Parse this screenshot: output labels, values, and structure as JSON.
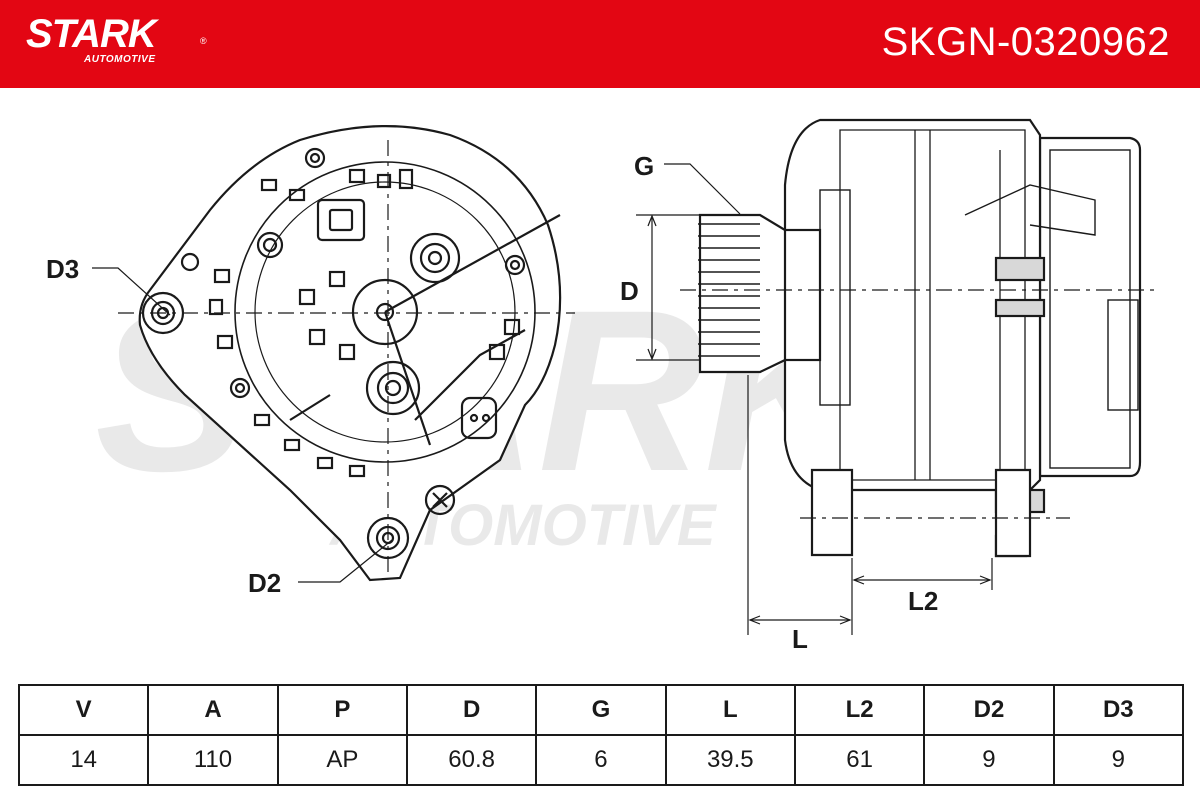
{
  "header": {
    "brand": "STARK",
    "brand_sub": "AUTOMOTIVE",
    "part_number": "SKGN-0320962",
    "color": "#e30613"
  },
  "watermark": {
    "brand": "STARK",
    "brand_sub": "AUTOMOTIVE"
  },
  "dimension_labels": {
    "G": "G",
    "D": "D",
    "D2": "D2",
    "D3": "D3",
    "L": "L",
    "L2": "L2"
  },
  "specs": {
    "headers": [
      "V",
      "A",
      "P",
      "D",
      "G",
      "L",
      "L2",
      "D2",
      "D3"
    ],
    "values": [
      "14",
      "110",
      "AP",
      "60.8",
      "6",
      "39.5",
      "61",
      "9",
      "9"
    ]
  }
}
